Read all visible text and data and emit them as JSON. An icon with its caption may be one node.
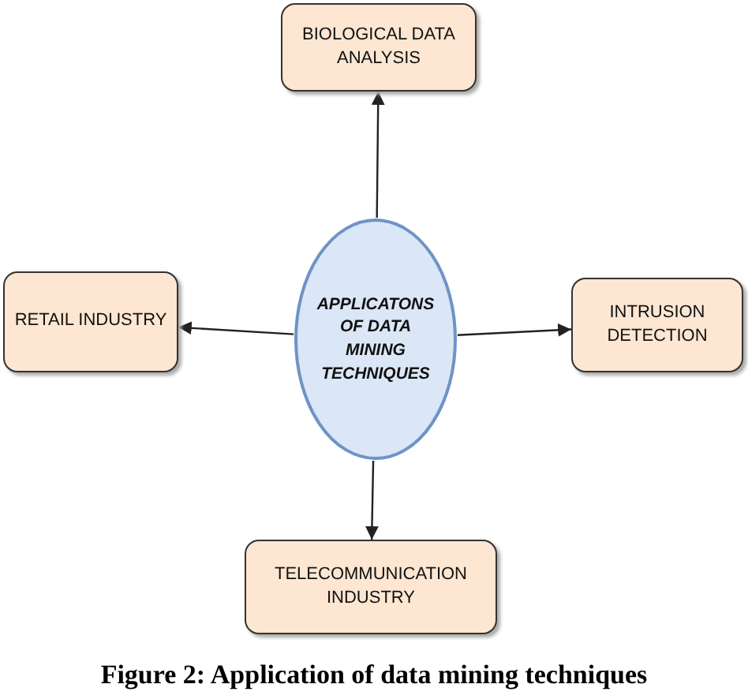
{
  "diagram": {
    "caption": "Figure 2: Application of data mining techniques",
    "nodes": [
      {
        "text": [
          "BIOLOGICAL DATA ANALYSIS"
        ]
      },
      {
        "text": [
          "APPLICATONS OF DATA MINING TECHNIQUES"
        ]
      },
      {
        "text": [
          "RETAIL INDUSTRY"
        ]
      },
      {
        "text": [
          "INTRUSION DETECTION"
        ]
      },
      {
        "text": [
          "TELECOMMUNICATION INDUSTRY"
        ]
      }
    ],
    "edges": [
      {
        "from": 1,
        "to": 0,
        "arrow": "to"
      },
      {
        "from": 1,
        "to": 2,
        "arrow": "to"
      },
      {
        "from": 1,
        "to": 3,
        "arrow": "to"
      },
      {
        "from": 1,
        "to": 4,
        "arrow": "to"
      }
    ]
  }
}
